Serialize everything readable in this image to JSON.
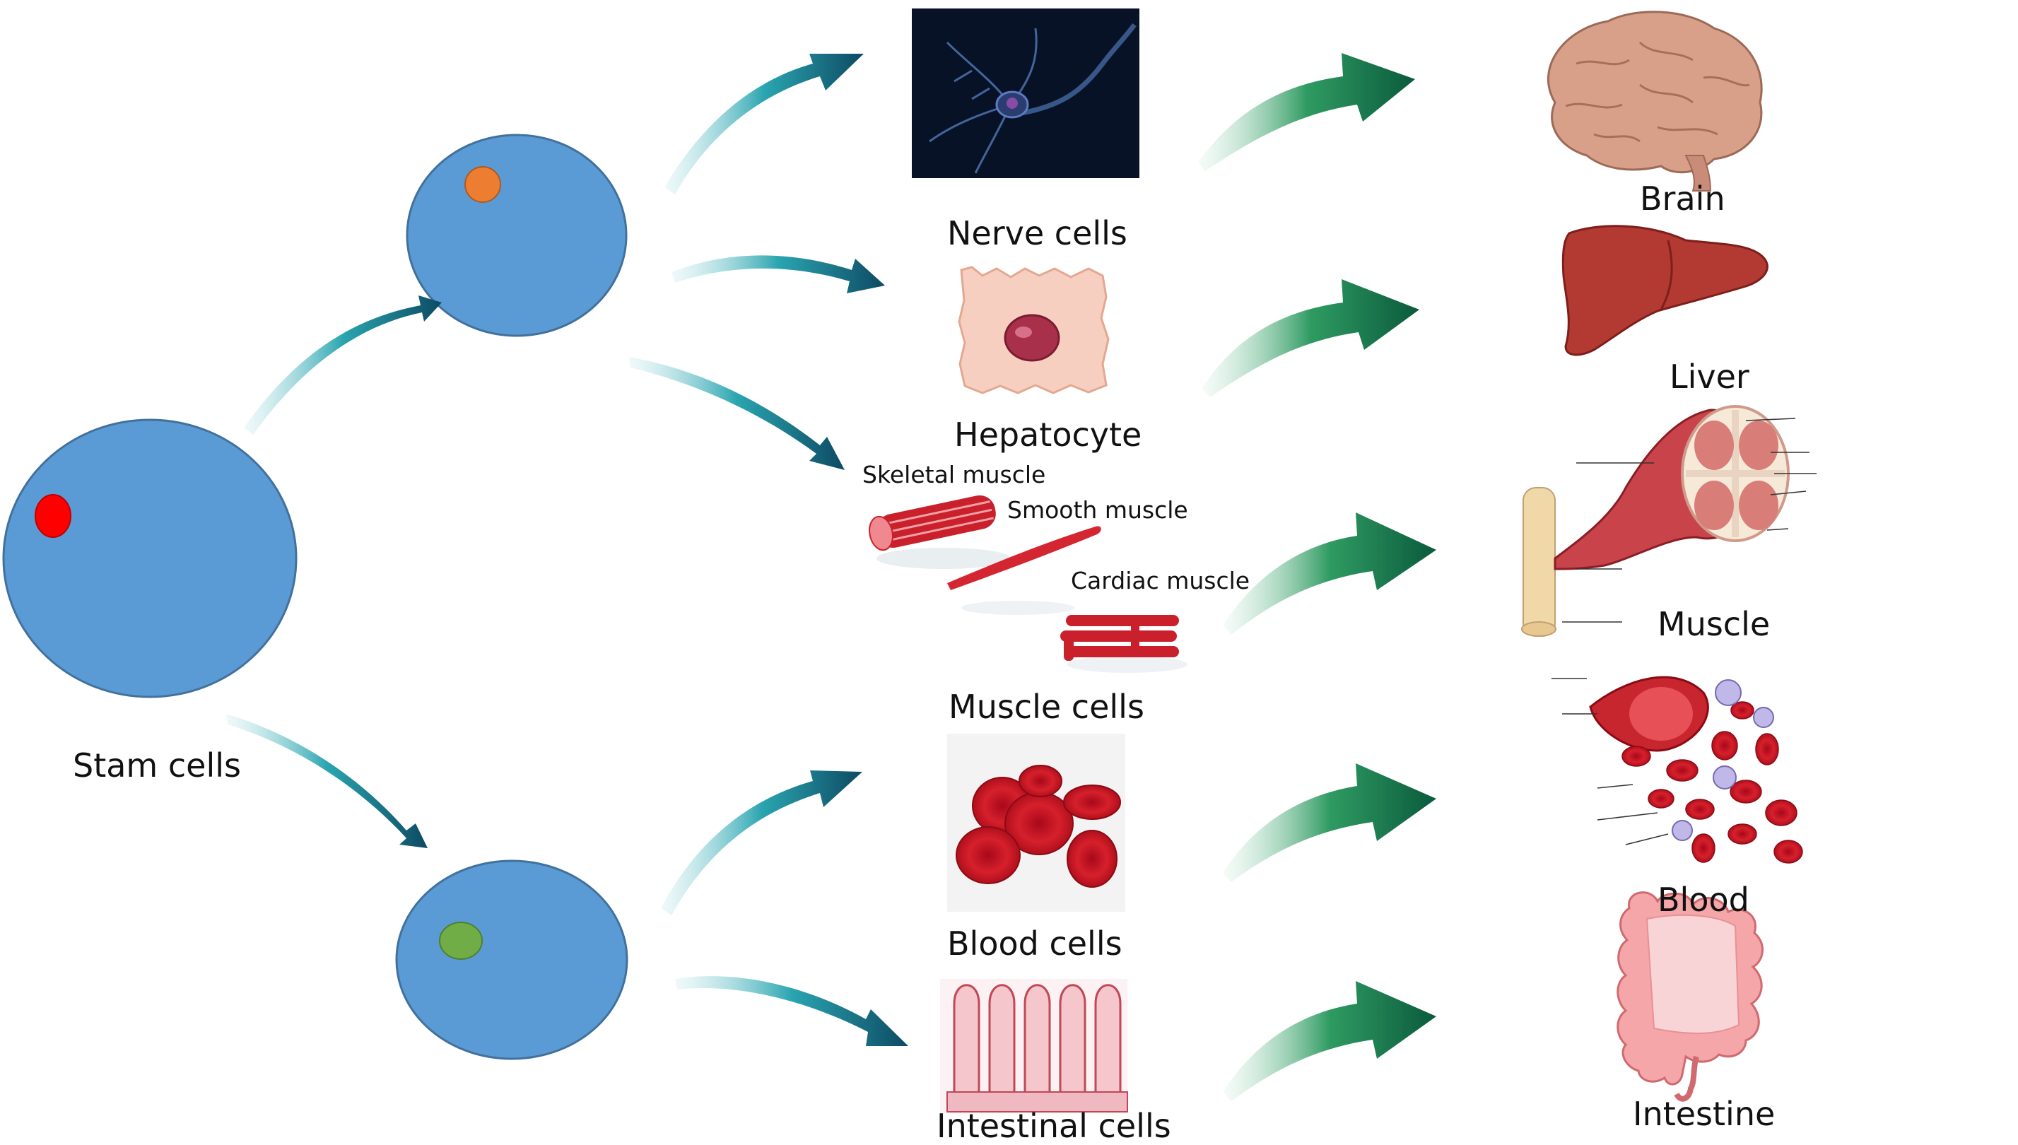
{
  "colors": {
    "cell_fill": "#5b9bd5",
    "cell_stroke": "#41719c",
    "stem_nucleus": "#ff0000",
    "upper_nucleus": "#ed7d31",
    "lower_nucleus": "#70ad47",
    "teal_arrow": "#1f6f80",
    "green_arrow": "#1a7a4a"
  },
  "labels": {
    "stem": "Stam cells",
    "nerve": "Nerve cells",
    "hepatocyte": "Hepatocyte",
    "skeletal": "Skeletal muscle",
    "smooth": "Smooth muscle",
    "cardiac": "Cardiac muscle",
    "muscle_cells": "Muscle cells",
    "blood_cells": "Blood cells",
    "intestinal": "Intestinal cells",
    "brain": "Brain",
    "liver": "Liver",
    "muscle": "Muscle",
    "blood": "Blood",
    "intestine": "Intestine"
  },
  "icons": {
    "nerve": "neuron-icon",
    "hepatocyte": "hepatocyte-icon",
    "muscle_cells": "muscle-fibers-icon",
    "blood_cells": "red-blood-cells-icon",
    "intestinal": "intestinal-villi-icon",
    "brain": "brain-icon",
    "liver": "liver-icon",
    "muscle": "muscle-anatomy-icon",
    "blood": "blood-vessel-icon",
    "intestine": "intestine-icon"
  }
}
